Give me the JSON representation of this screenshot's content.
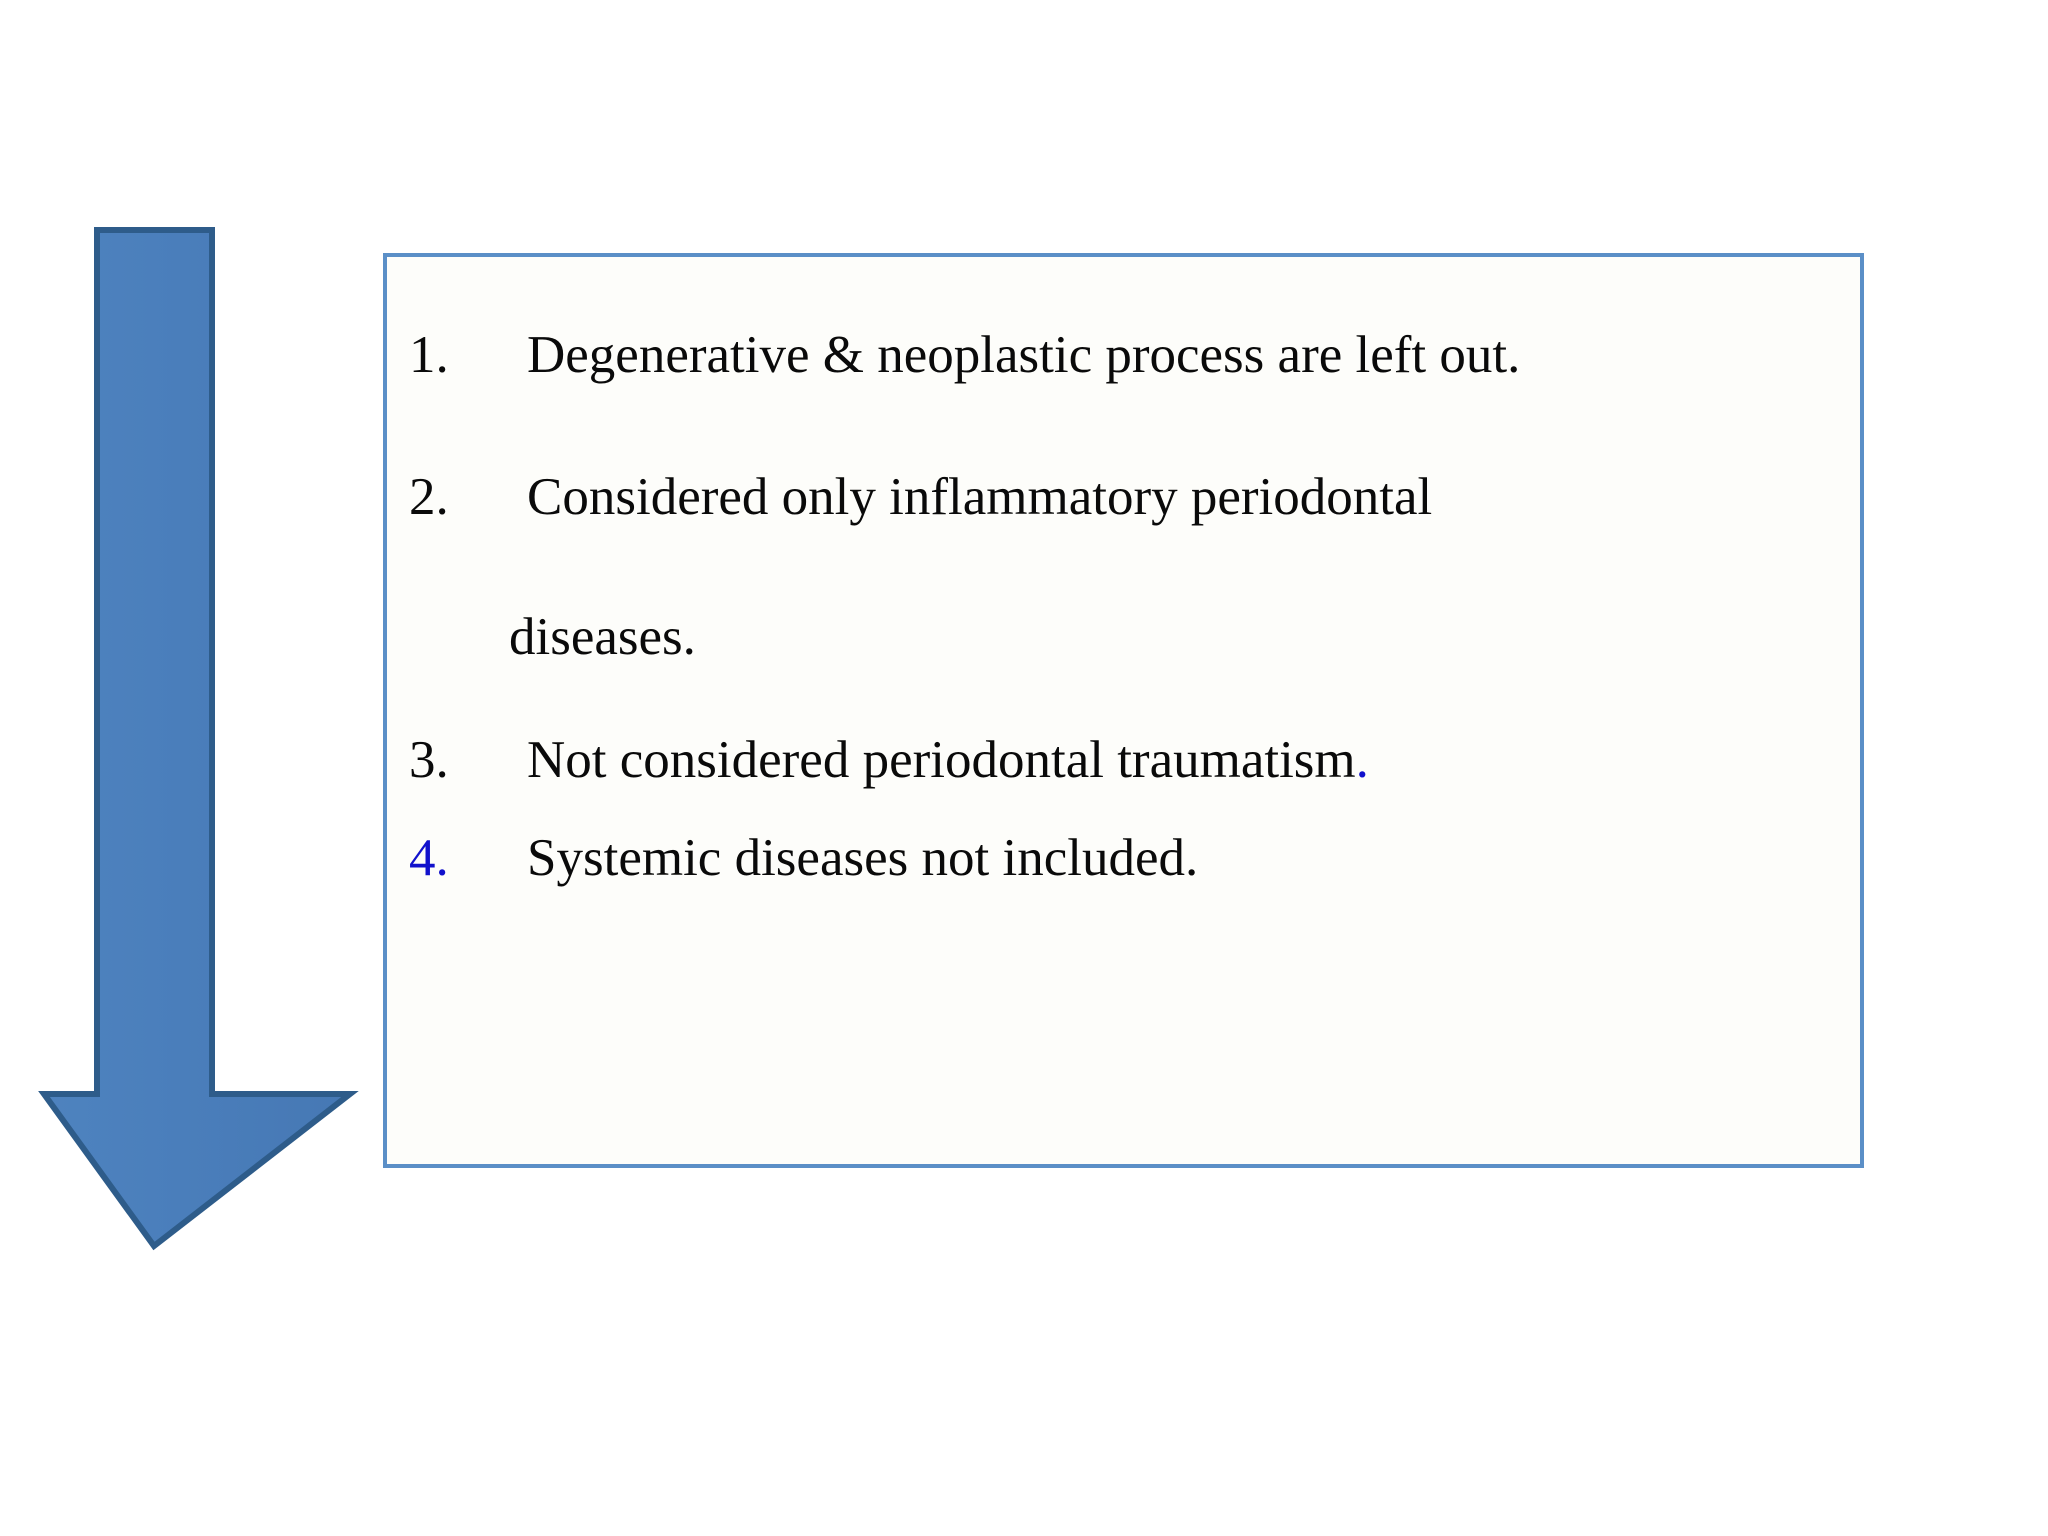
{
  "slide": {
    "background_color": "#ffffff",
    "arrow": {
      "icon": "down-arrow-icon",
      "direction": "down",
      "fill_color": "#4a7ebb",
      "border_color": "#2e5c8a"
    },
    "content_box": {
      "border_color": "#5b8fc7",
      "background_color": "#fdfdfa"
    },
    "text_color": "#0a0a0a",
    "accent_color": "#1111cc",
    "items": [
      {
        "marker": "1.",
        "marker_color": "#0a0a0a",
        "text": "Degenerative & neoplastic process are left out.",
        "trailing_mark": "",
        "continuation": ""
      },
      {
        "marker": "2.",
        "marker_color": "#0a0a0a",
        "text": "Considered only inflammatory periodontal",
        "trailing_mark": "",
        "continuation": "diseases."
      },
      {
        "marker": "3.",
        "marker_color": "#0a0a0a",
        "text": "Not considered periodontal traumatism",
        "trailing_mark": ".",
        "continuation": ""
      },
      {
        "marker": "4.",
        "marker_color": "#1111cc",
        "text": "Systemic diseases not included.",
        "trailing_mark": "",
        "continuation": ""
      }
    ]
  }
}
